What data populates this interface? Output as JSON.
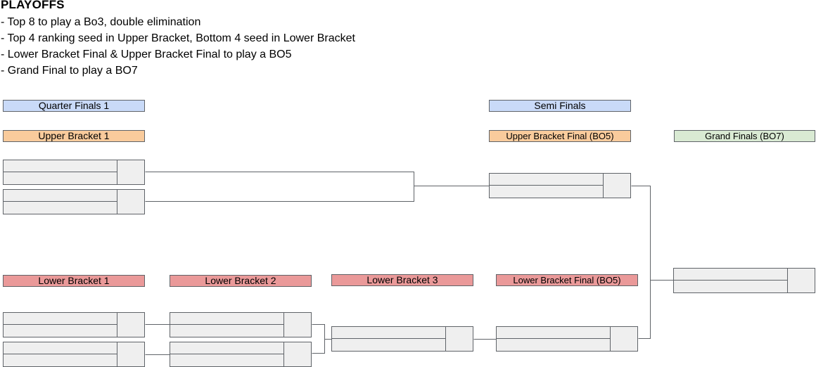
{
  "title": "PLAYOFFS",
  "rules": [
    "- Top 8 to play a Bo3, double elimination",
    "- Top 4 ranking seed in Upper Bracket, Bottom 4 seed in Lower Bracket",
    "- Lower Bracket Final & Upper Bracket Final to play a BO5",
    "- Grand Final to play a BO7"
  ],
  "headers": {
    "quarter_finals": "Quarter Finals 1",
    "semi_finals": "Semi Finals",
    "upper_bracket_1": "Upper Bracket 1",
    "upper_bracket_final": "Upper Bracket Final (BO5)",
    "grand_finals": "Grand Finals (BO7)",
    "lower_bracket_1": "Lower Bracket 1",
    "lower_bracket_2": "Lower Bracket 2",
    "lower_bracket_3": "Lower Bracket 3",
    "lower_bracket_final": "Lower Bracket Final (BO5)"
  },
  "colors": {
    "round_header": "#c9daf8",
    "upper_bracket": "#f9cb9c",
    "lower_bracket": "#ea9999",
    "grand_finals": "#d9ead3",
    "match_fill": "#efefef",
    "line": "#5f6368"
  }
}
